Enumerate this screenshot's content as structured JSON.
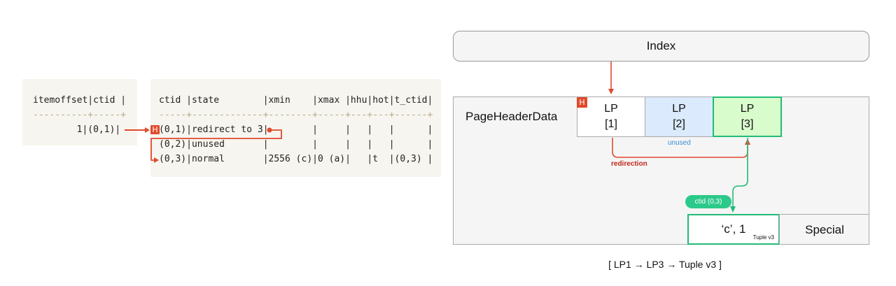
{
  "left_table1": {
    "header": "itemoffset|ctid |",
    "divider": "----------+-----+",
    "row1": "1|(0,1)|"
  },
  "left_table2": {
    "header": "ctid |state        |xmin    |xmax |hhu|hot|t_ctid|",
    "divider": "-----+-------------+--------+-----+---+---+------+",
    "row1": "(0,1)|redirect to 3|        |     |   |   |      |",
    "row2": "(0,2)|unused       |        |     |   |   |      |",
    "row3": "(0,3)|normal       |2556 (c)|0 (a)|   |t  |(0,3) |"
  },
  "hot_badge": "H",
  "diagram": {
    "index_label": "Index",
    "page_header": "PageHeaderData",
    "lp1": {
      "title": "LP",
      "idx": "[1]"
    },
    "lp2": {
      "title": "LP",
      "idx": "[2]"
    },
    "lp3": {
      "title": "LP",
      "idx": "[3]"
    },
    "unused_label": "unused",
    "redirection_label": "redirection",
    "ctid_badge": "ctid (0,3)",
    "tuple_value": "‘c’, 1",
    "tuple_version": "Tuple v3",
    "special_label": "Special",
    "caption": "[ LP1 → LP3 → Tuple v3 ]"
  },
  "colors": {
    "red": "#e04a2c",
    "green": "#22bb77",
    "lp2_fill": "#dbeafc",
    "lp3_fill": "#d9fccc",
    "unused_text": "#3a8fd6",
    "redirection_text": "#c0281b"
  }
}
